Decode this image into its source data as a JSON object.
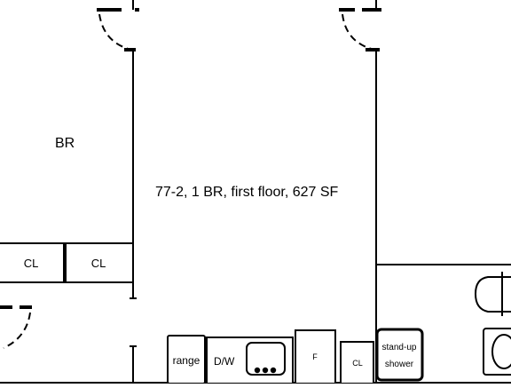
{
  "plan": {
    "title": "77-2, 1 BR, first floor, 627 SF",
    "rooms": {
      "bedroom": "BR"
    },
    "closets": {
      "left": "CL",
      "right": "CL",
      "kitchen": "CL"
    },
    "fixtures": {
      "range": "range",
      "dishwasher": "D/W",
      "fridge": "F",
      "shower_line1": "stand-up",
      "shower_line2": "shower"
    }
  }
}
